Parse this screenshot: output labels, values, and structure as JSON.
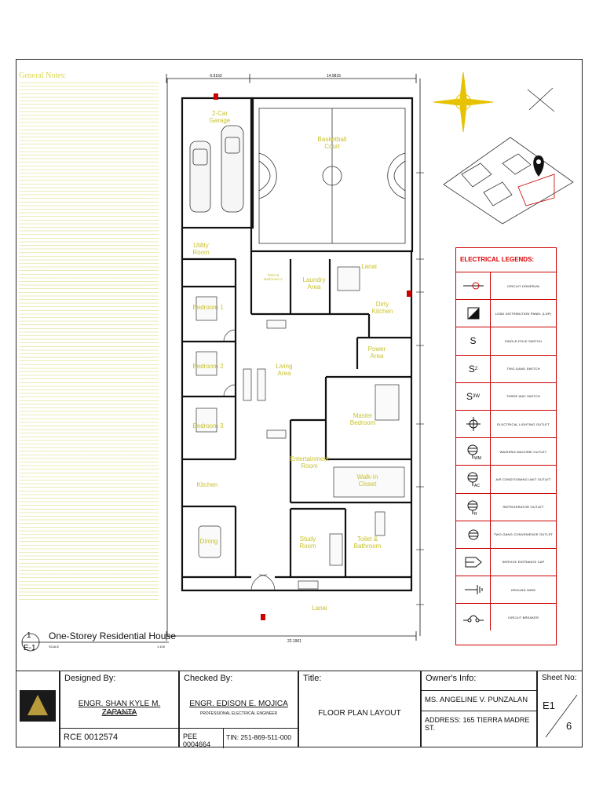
{
  "notes": {
    "heading": "General Notes:"
  },
  "plan": {
    "dim_top_left": "6.9162",
    "dim_top_right": "14.9815",
    "dim_bottom": "22.1961",
    "rooms": {
      "garage": "2-Car\nGarage",
      "court": "Basketball\nCourt",
      "utility": "Utility\nRoom",
      "toilet2": "Toilet &\nBathroom 2",
      "laundry": "Laundry\nArea",
      "lanai_top": "Lanai",
      "dirty_kitchen": "Dirty\nKitchen",
      "bedroom1": "Bedroom 1",
      "bedroom2": "Bedroom 2",
      "bedroom3": "Bedroom 3",
      "living": "Living\nArea",
      "power": "Power\nArea",
      "master": "Master\nBedroom",
      "entertainment": "Entertainment\nRoom",
      "walkin": "Walk-In\nCloset",
      "kitchen": "Kitchen",
      "dining": "Dining",
      "study": "Study\nRoom",
      "toilet_bath": "Toilet &\nBathroom",
      "lanai_bottom": "Lanai"
    }
  },
  "caption": {
    "number": "1",
    "sheet": "E-1",
    "title": "One-Storey Residential House",
    "scale_label": "SCALE",
    "scale_value": "1:100"
  },
  "legend": {
    "title": "ELECTRICAL LEGENDS:",
    "items": [
      {
        "label": "CIRCUIT HOMERUN",
        "symbol": "homerun-icon"
      },
      {
        "label": "LOAD DISTRIBUTION PANEL (LDP)",
        "symbol": "panel-icon"
      },
      {
        "label": "SINGLE-POLE SWITCH",
        "symbol": "S"
      },
      {
        "label": "TWO-GANG SWITCH",
        "symbol": "S2"
      },
      {
        "label": "THREE WAY SWITCH",
        "symbol": "S3W"
      },
      {
        "label": "ELECTRICAL LIGHTING OUTLET",
        "symbol": "light-outlet-icon"
      },
      {
        "label": "WASHING MACHINE OUTLET",
        "symbol": "washing-outlet-icon"
      },
      {
        "label": "AIR CONDITIONING UNIT OUTLET",
        "symbol": "aircon-outlet-icon"
      },
      {
        "label": "REFRIGERATOR OUTLET",
        "symbol": "ref-outlet-icon"
      },
      {
        "label": "TWO-GANG CONVENIENCE OUTLET",
        "symbol": "convenience-outlet-icon"
      },
      {
        "label": "SERVICE ENTRANCE CAP",
        "symbol": "service-cap-icon"
      },
      {
        "label": "GROUND WIRE",
        "symbol": "ground-icon"
      },
      {
        "label": "CIRCUIT BREAKER",
        "symbol": "breaker-icon"
      }
    ]
  },
  "title_block": {
    "designed_by_label": "Designed By:",
    "designer_name": "ENGR. SHAN KYLE M. ZAPANTA",
    "designer_role": "CIVIL ENGINEER",
    "designer_license": "RCE 0012574",
    "checked_by_label": "Checked By:",
    "checker_name": "ENGR. EDISON E. MOJICA",
    "checker_role": "PROFESSIONAL ELECTRICAL ENGINEER",
    "checker_pee": "PEE 0004664",
    "checker_tin": "TIN: 251-869-511-000",
    "title_label": "Title:",
    "title_value": "FLOOR PLAN LAYOUT",
    "owner_label": "Owner's Info:",
    "owner_name": "MS. ANGELINE V. PUNZALAN",
    "owner_address": "ADDRESS: 165 TIERRA MADRE ST.",
    "sheet_label": "Sheet No:",
    "sheet_code": "E1",
    "sheet_total": "6"
  },
  "colors": {
    "room_label": "#c8c12a",
    "legend_border": "#cc0000",
    "compass": "#e6c200"
  }
}
